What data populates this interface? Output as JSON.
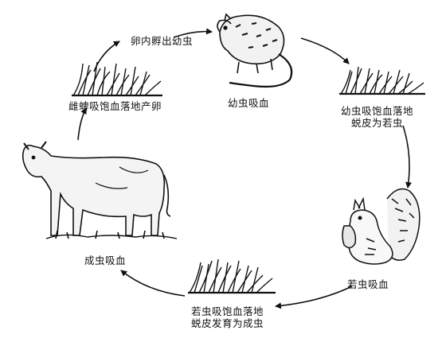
{
  "labels": {
    "egg_hatch": "卵内孵出幼虫",
    "larva_feed": "幼虫吸血",
    "larva_molt_line1": "幼虫吸饱血落地",
    "larva_molt_line2": "蜕皮为若虫",
    "nymph_feed": "若虫吸血",
    "nymph_molt_line1": "若虫吸饱血落地",
    "nymph_molt_line2": "蜕皮发育为成虫",
    "adult_feed": "成虫吸血",
    "female_lay": "雌蜱吸饱血落地产卵"
  },
  "icons": [
    "rodent-icon",
    "squirrel-icon",
    "cow-icon",
    "grass-icon"
  ],
  "colors": {
    "ink": "#111111",
    "paper": "#ffffff"
  }
}
